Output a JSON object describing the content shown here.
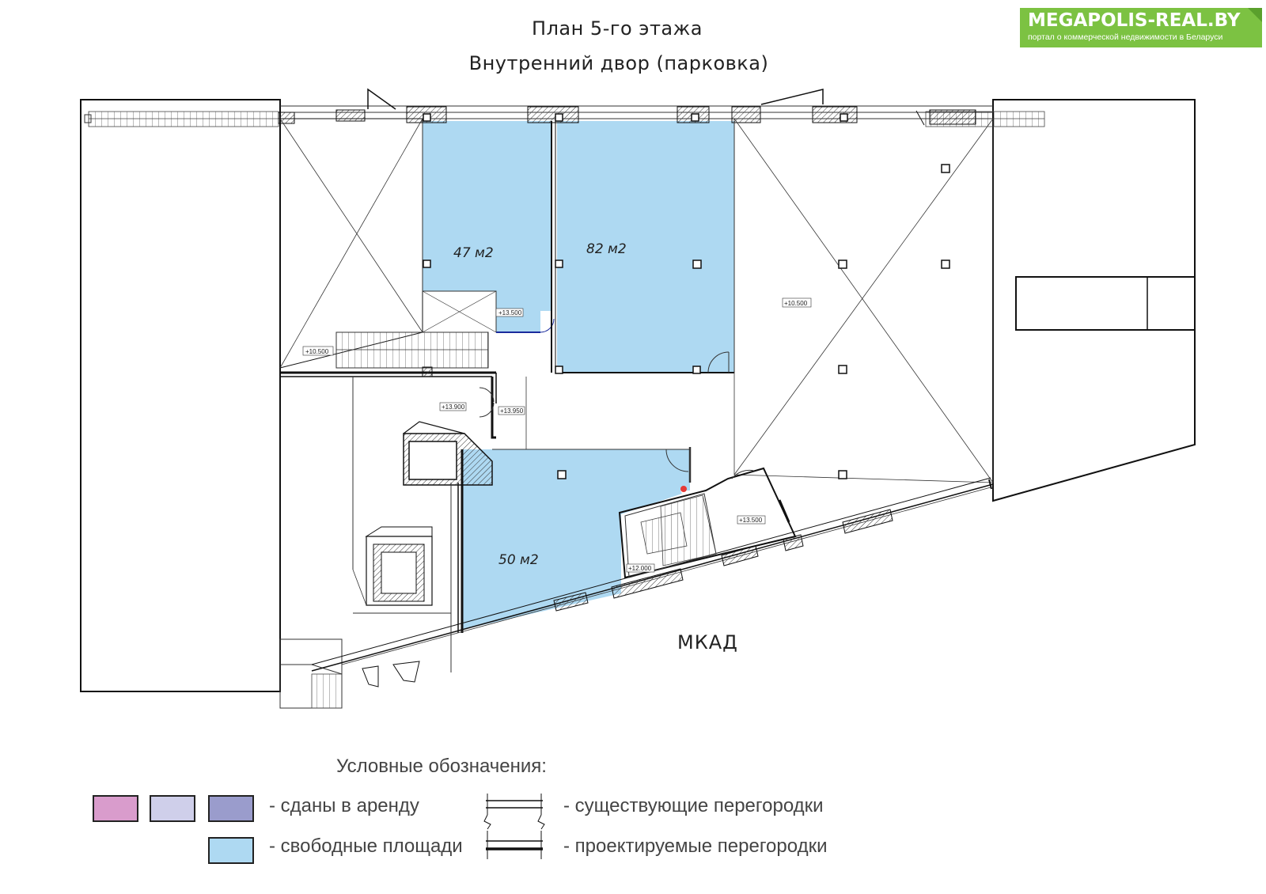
{
  "title_line_1": "План 5-го этажа",
  "title_line_2": "Внутренний двор (парковка)",
  "logo": {
    "brand": "MEGAPOLIS-REAL.BY",
    "tagline": "портал о коммерческой недвижимости в Беларуси",
    "color": "#7cc242"
  },
  "rooms": [
    {
      "label": "47 м2",
      "status": "free"
    },
    {
      "label": "82 м2",
      "status": "free"
    },
    {
      "label": "50 м2",
      "status": "free"
    }
  ],
  "level_marks": [
    "+13.500",
    "+10.500",
    "+13.900",
    "+13.950",
    "+10.500",
    "+13.500",
    "+12.000"
  ],
  "road_label": "МКАД",
  "legend": {
    "title": "Условные обозначения:",
    "rented_label": "- сданы в аренду",
    "free_label": "- свободные площади",
    "existing_label": "- существующие перегородки",
    "planned_label": "- проектируемые перегородки",
    "colors": {
      "rented_1": "#d99ccc",
      "rented_2": "#cfcfea",
      "rented_3": "#9a9ccc",
      "free": "#aed9f2"
    }
  }
}
